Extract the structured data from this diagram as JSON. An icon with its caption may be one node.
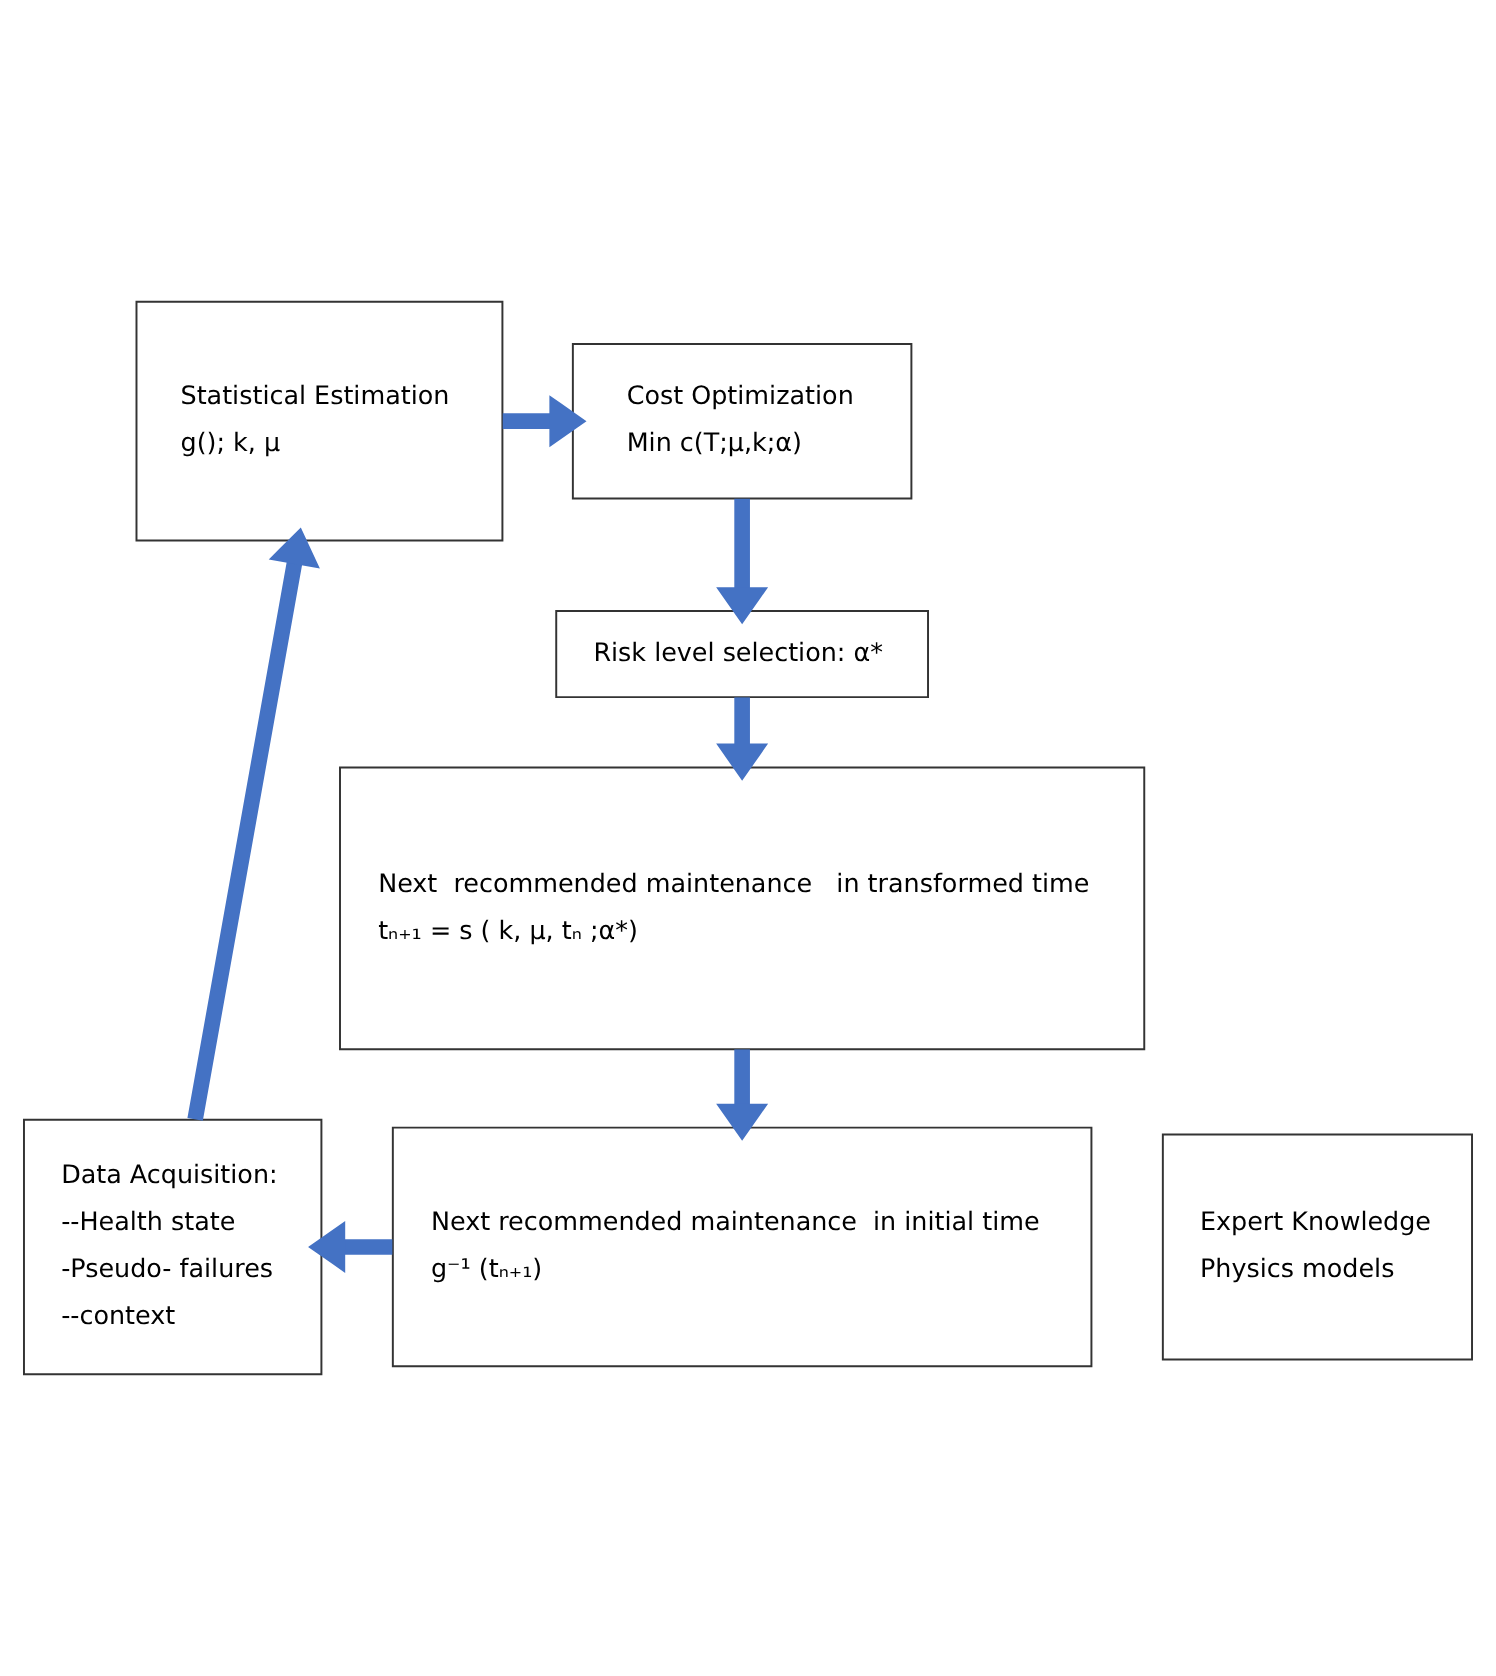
{
  "diagram": {
    "nodes": [
      {
        "text": [
          "Statistical Estimation",
          "g(); k, μ"
        ]
      },
      {
        "text": [
          "Cost Optimization",
          "Min c(T;μ,k;α)"
        ]
      },
      {
        "text": [
          "Risk level selection: α*"
        ]
      },
      {
        "text": [
          "Next  recommended maintenance   in transformed time",
          "tₙ₊₁ = s ( k, μ, tₙ ;α*)"
        ]
      },
      {
        "text": [
          "Next recommended maintenance  in initial time",
          "g⁻¹ (tₙ₊₁)"
        ]
      },
      {
        "text": [
          "Data Acquisition:",
          "--Health state",
          "-Pseudo- failures",
          "--context"
        ]
      },
      {
        "text": [
          "Expert Knowledge",
          "Physics models"
        ]
      }
    ],
    "edges": [
      {
        "from": 0,
        "to": 1,
        "arrow": "to"
      },
      {
        "from": 1,
        "to": 2,
        "arrow": "to"
      },
      {
        "from": 2,
        "to": 3,
        "arrow": "to"
      },
      {
        "from": 3,
        "to": 4,
        "arrow": "to"
      },
      {
        "from": 4,
        "to": 5,
        "arrow": "to"
      },
      {
        "from": 5,
        "to": 0,
        "arrow": "to"
      }
    ]
  }
}
